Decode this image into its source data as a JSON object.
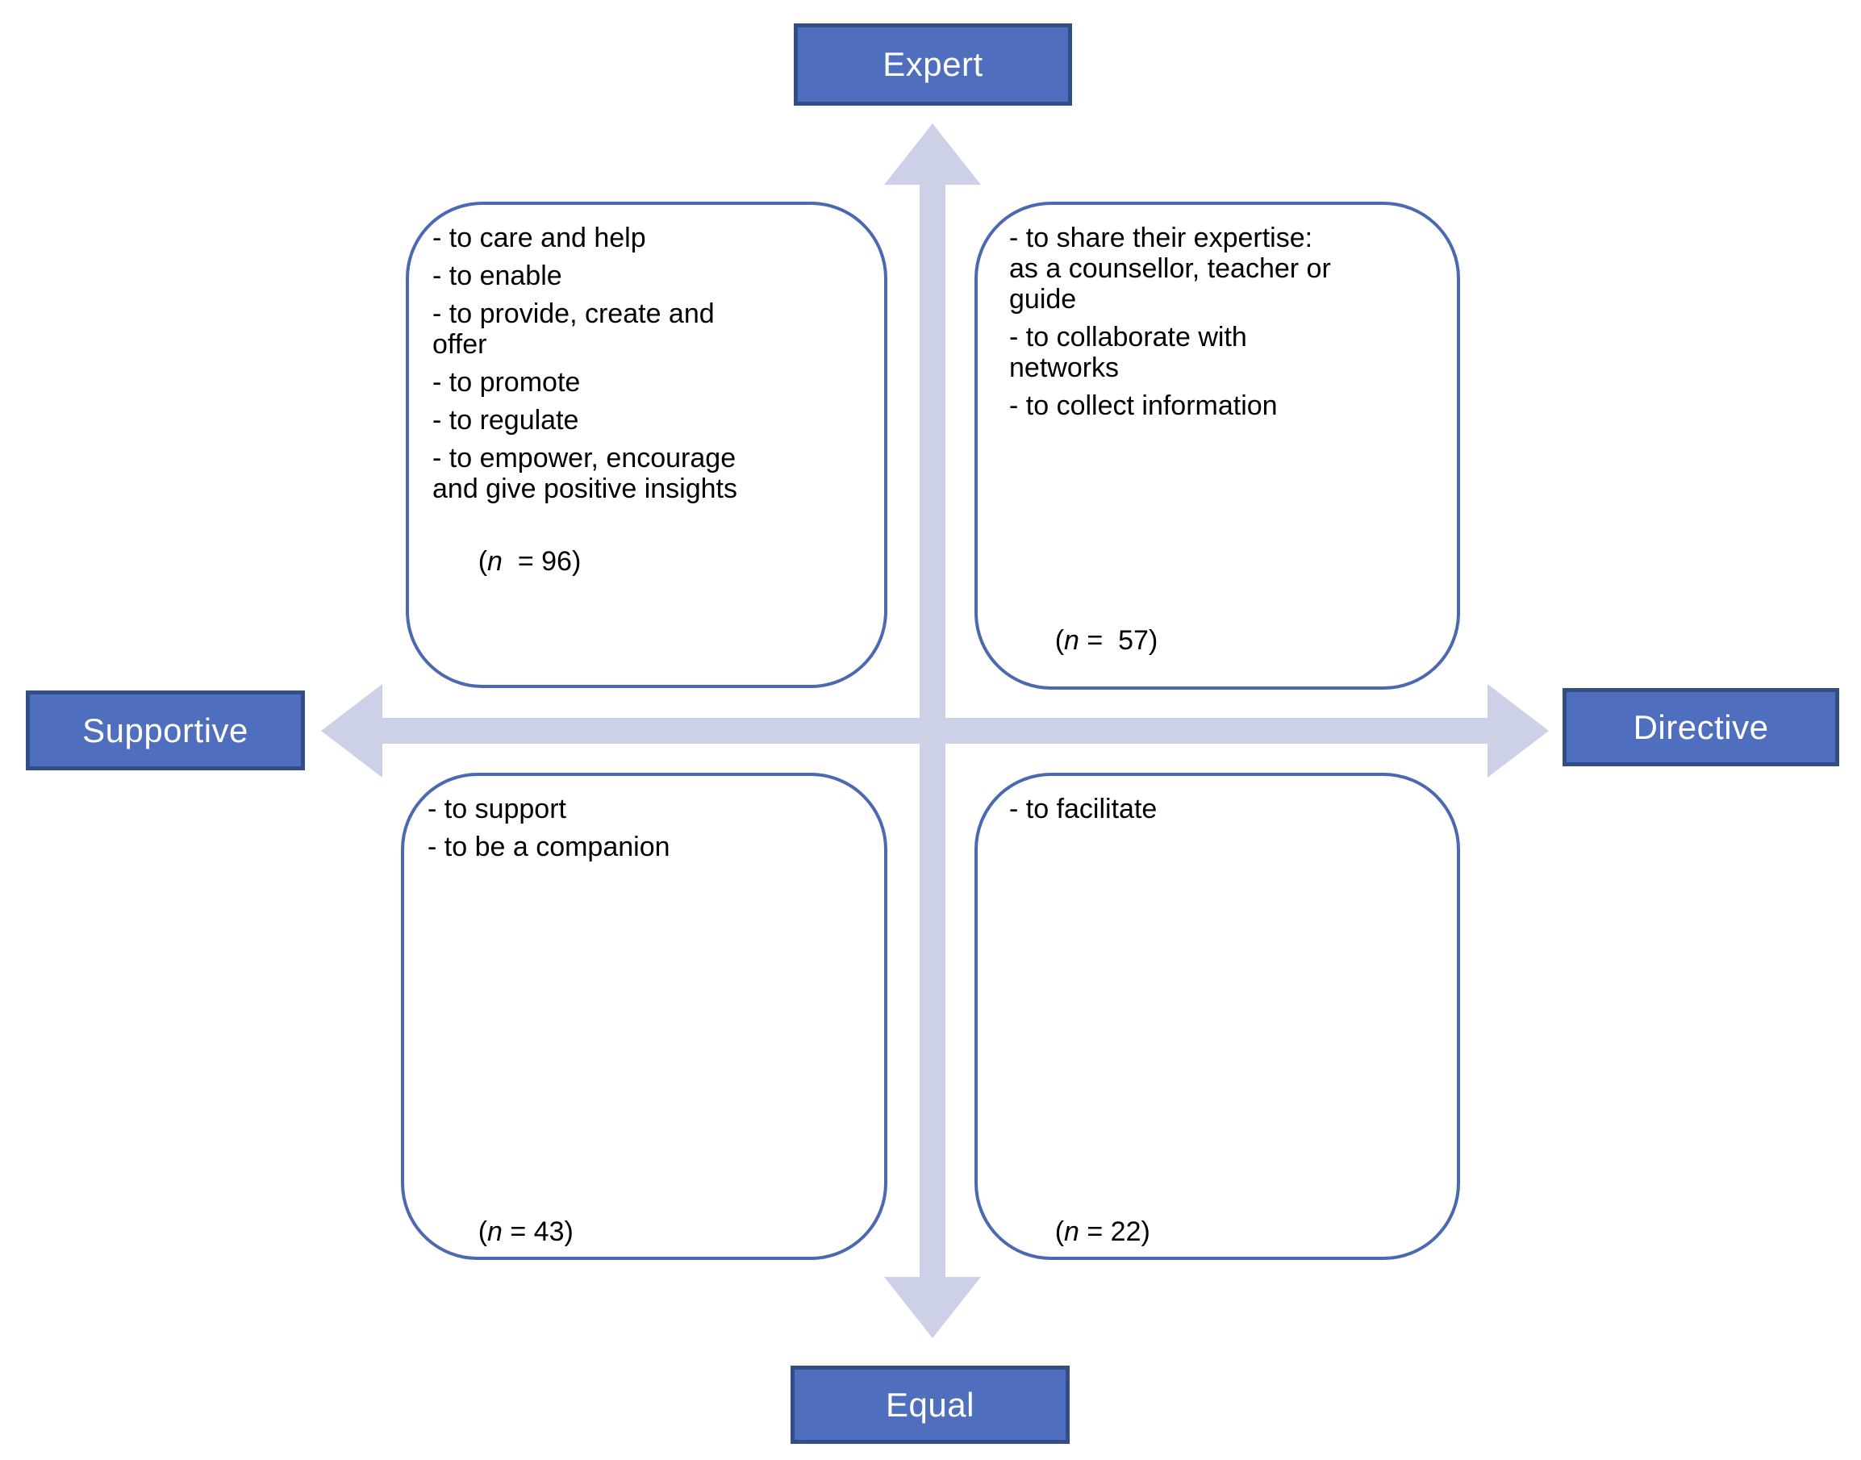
{
  "axes": {
    "top": "Expert",
    "bottom": "Equal",
    "left": "Supportive",
    "right": "Directive"
  },
  "quadrants": {
    "top_left": {
      "items": [
        [
          "- to care and help"
        ],
        [
          "- to enable"
        ],
        [
          "- to provide, create and",
          "offer"
        ],
        [
          "- to promote"
        ],
        [
          "- to regulate"
        ],
        [
          "- to empower, encourage",
          "and give positive insights"
        ]
      ],
      "count": {
        "pre": "(",
        "sym": "n",
        "post": "  = 96)"
      }
    },
    "top_right": {
      "items": [
        [
          "- to share their expertise:",
          "as a counsellor, teacher or",
          "guide"
        ],
        [
          "- to collaborate with",
          "networks"
        ],
        [
          "- to collect information"
        ]
      ],
      "count": {
        "pre": "(",
        "sym": "n",
        "post": " =  57)"
      }
    },
    "bottom_left": {
      "items": [
        [
          "- to support"
        ],
        [
          "- to be a companion"
        ]
      ],
      "count": {
        "pre": "(",
        "sym": "n",
        "post": " = 43)"
      }
    },
    "bottom_right": {
      "items": [
        [
          "- to facilitate"
        ]
      ],
      "count": {
        "pre": "(",
        "sym": "n",
        "post": " = 22)"
      }
    }
  },
  "colors": {
    "label_fill": "#4f6ebd",
    "label_border": "#334e86",
    "label_text": "#ffffff",
    "box_border": "#4a69b0",
    "arrow": "#ccd1e8",
    "body_text": "#000000"
  }
}
